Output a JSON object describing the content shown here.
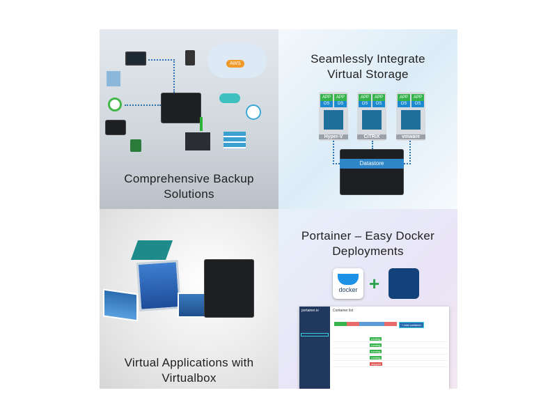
{
  "panels": {
    "backup": {
      "title_line1": "Comprehensive Backup",
      "title_line2": "Solutions",
      "cloud_label": "AWS"
    },
    "storage": {
      "title_line1": "Seamlessly Integrate",
      "title_line2": "Virtual Storage",
      "app": "APP",
      "os": "OS",
      "hypervisors": [
        "Hyper-V",
        "CiTRiX",
        "vmware"
      ],
      "datastore": "Datastore"
    },
    "virtualbox": {
      "title_line1": "Virtual Applications with",
      "title_line2": "Virtualbox"
    },
    "portainer": {
      "title_line1": "Portainer – Easy Docker",
      "title_line2": "Deployments",
      "docker_label": "docker",
      "plus": "+",
      "ui": {
        "brand": "portainer.io",
        "page_title": "Container list",
        "add_button": "+ Add container",
        "status_running": "running",
        "status_stopped": "stopped"
      }
    }
  },
  "colors": {
    "accent": "#1c8ad0",
    "green": "#36b34a",
    "portainer_blue": "#13427a",
    "docker_blue": "#1d91e6"
  }
}
